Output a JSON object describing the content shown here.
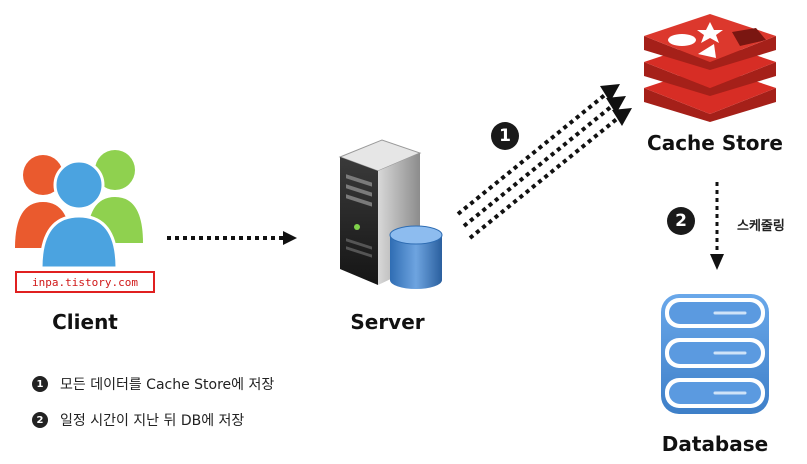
{
  "nodes": {
    "client": {
      "label": "Client",
      "watermark": "inpa.tistory.com"
    },
    "server": {
      "label": "Server"
    },
    "cache": {
      "label": "Cache Store"
    },
    "database": {
      "label": "Database"
    }
  },
  "steps": [
    {
      "marker": "1",
      "text": "모든 데이터를 Cache Store에 저장"
    },
    {
      "marker": "2",
      "text": "일정 시간이 지난 뒤 DB에 저장"
    }
  ],
  "arrows": {
    "server_to_cache": {
      "marker": "1"
    },
    "cache_to_database": {
      "marker": "2",
      "note": "스케줄링"
    }
  },
  "colors": {
    "client_people": [
      "#ea5a2e",
      "#8fd14f",
      "#4ba3e0"
    ],
    "cache_red": "#d72d25",
    "database_blue": "#4f8fd6",
    "arrow": "#111111"
  }
}
